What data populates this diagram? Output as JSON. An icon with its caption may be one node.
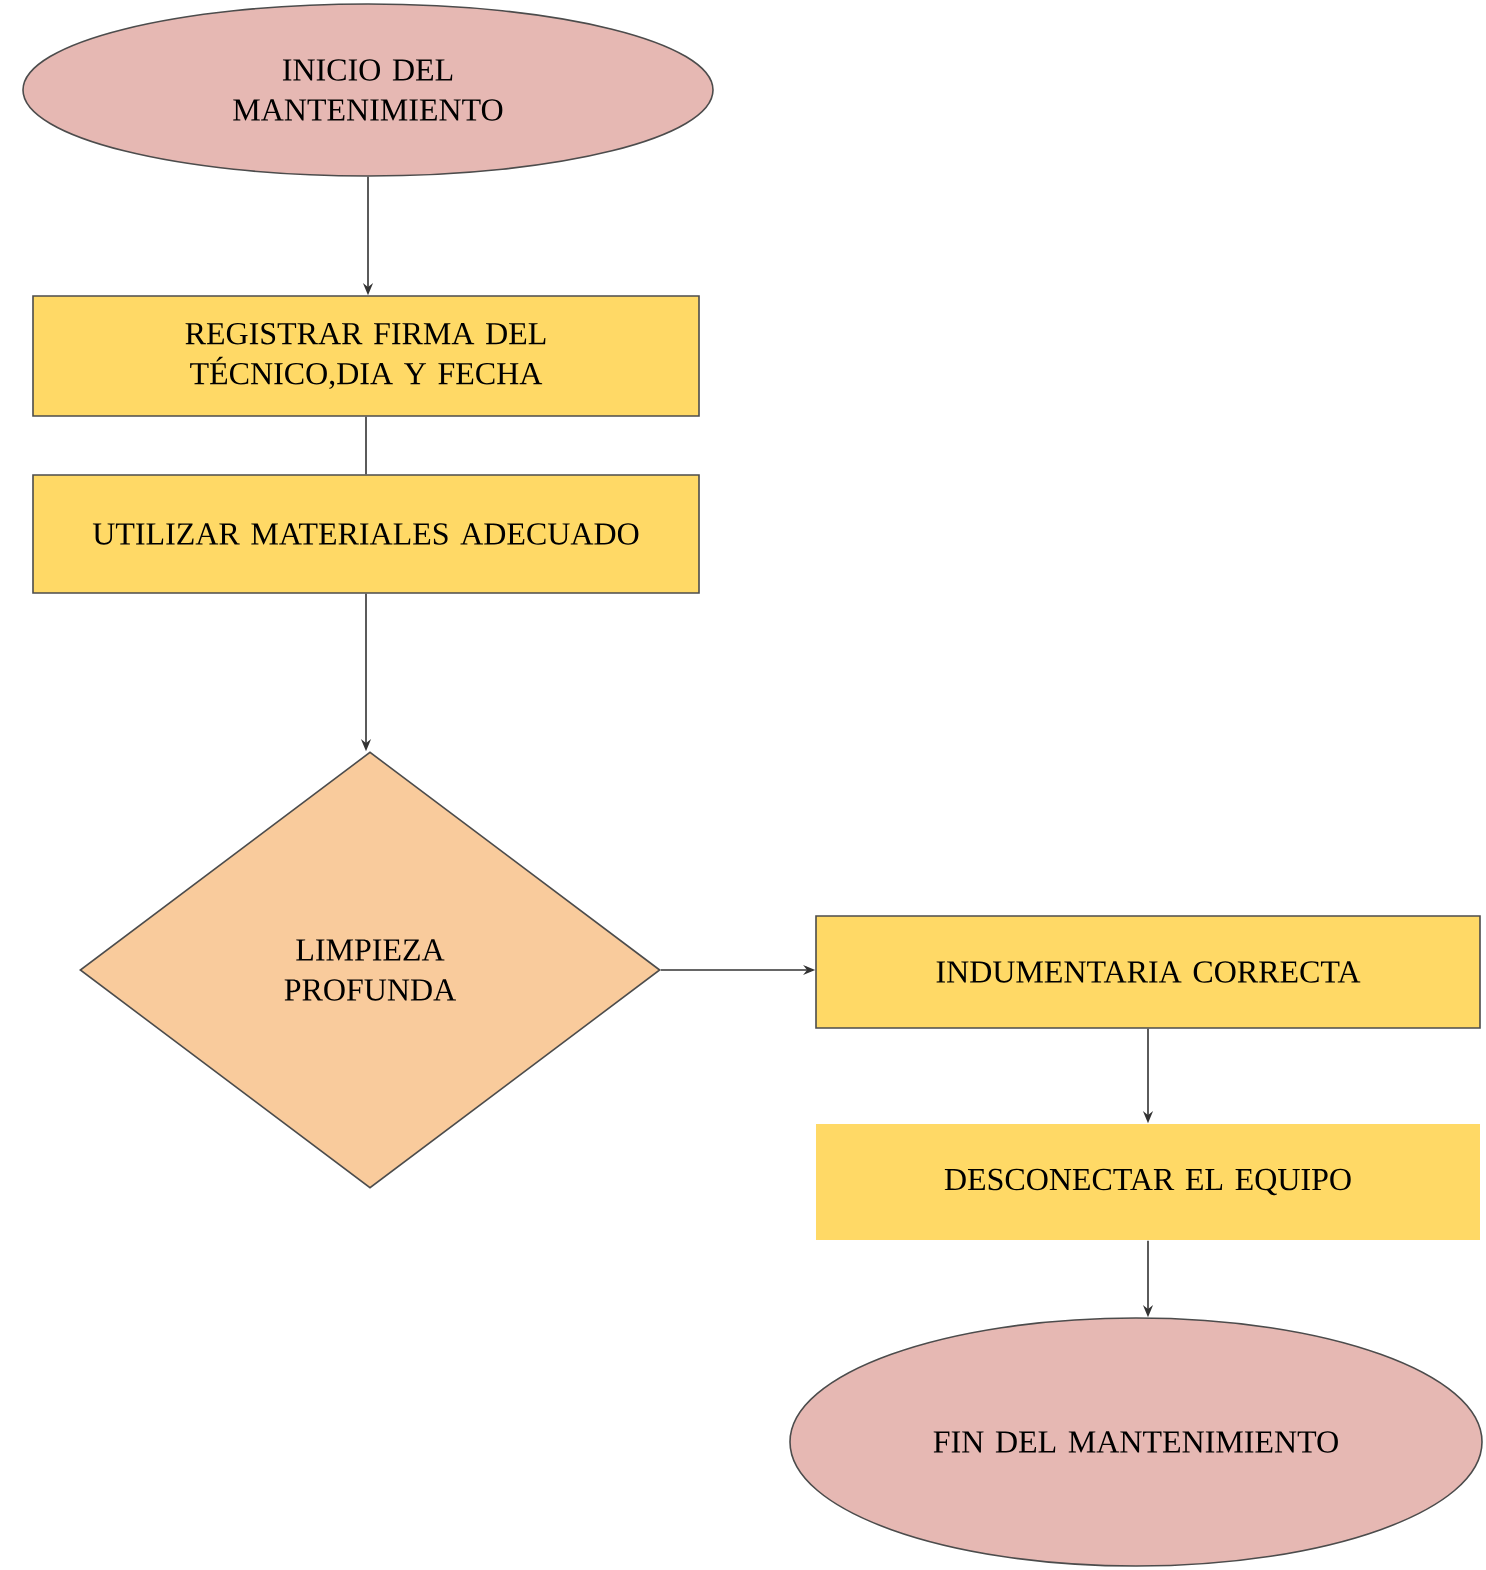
{
  "diagram": {
    "nodes": [
      {
        "text": [
          "INICIO DEL MANTENIMIENTO"
        ]
      },
      {
        "text": [
          "REGISTRAR FIRMA DEL TÉCNICO,DIA Y FECHA"
        ]
      },
      {
        "text": [
          "UTILIZAR MATERIALES ADECUADO"
        ]
      },
      {
        "text": [
          "LIMPIEZA PROFUNDA"
        ]
      },
      {
        "text": [
          "INDUMENTARIA CORRECTA"
        ]
      },
      {
        "text": [
          "DESCONECTAR EL EQUIPO"
        ]
      },
      {
        "text": [
          "FIN DEL MANTENIMIENTO"
        ]
      }
    ],
    "edges": [
      {
        "from": 0,
        "to": 1,
        "arrow": "to"
      },
      {
        "from": 1,
        "to": 2,
        "arrow": "none"
      },
      {
        "from": 2,
        "to": 3,
        "arrow": "to"
      },
      {
        "from": 3,
        "to": 4,
        "arrow": "to"
      },
      {
        "from": 4,
        "to": 5,
        "arrow": "to"
      },
      {
        "from": 5,
        "to": 6,
        "arrow": "to"
      }
    ]
  }
}
